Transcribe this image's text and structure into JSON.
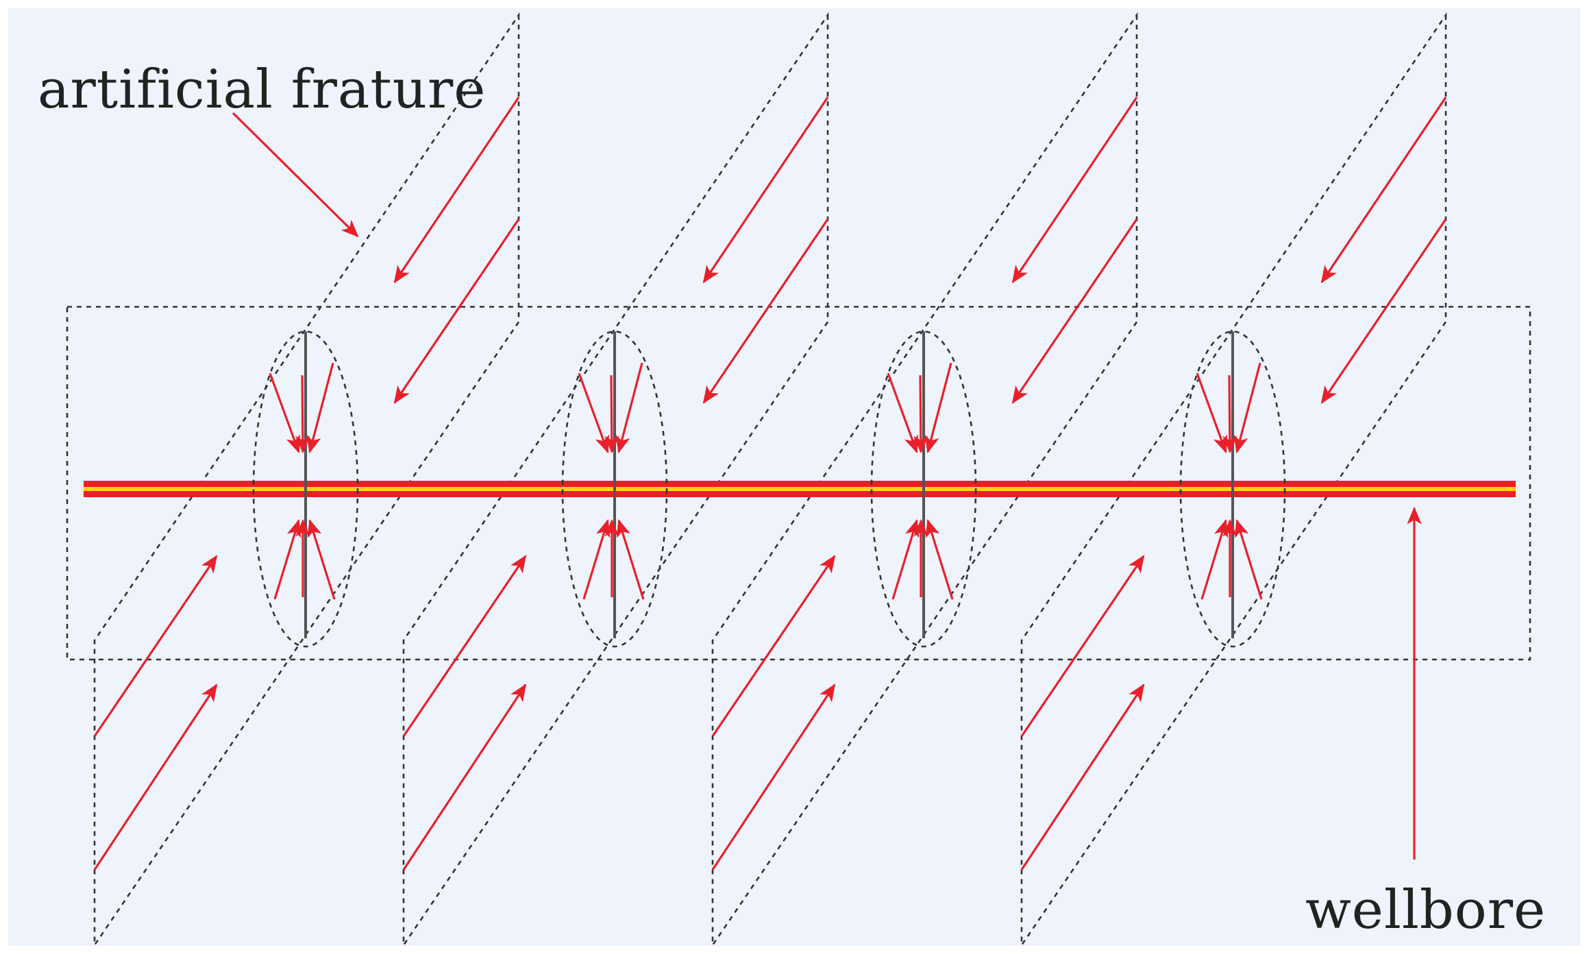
{
  "labels": {
    "fracture": "artificial frature",
    "wellbore": "wellbore"
  },
  "colors": {
    "background": "#eef3fc",
    "dashed": "#333333",
    "arrow": "#e8202a",
    "wellbore_outer": "#e8202a",
    "wellbore_inner": "#f5d800",
    "fracture_core": "#555555"
  },
  "fracture_count": 4
}
